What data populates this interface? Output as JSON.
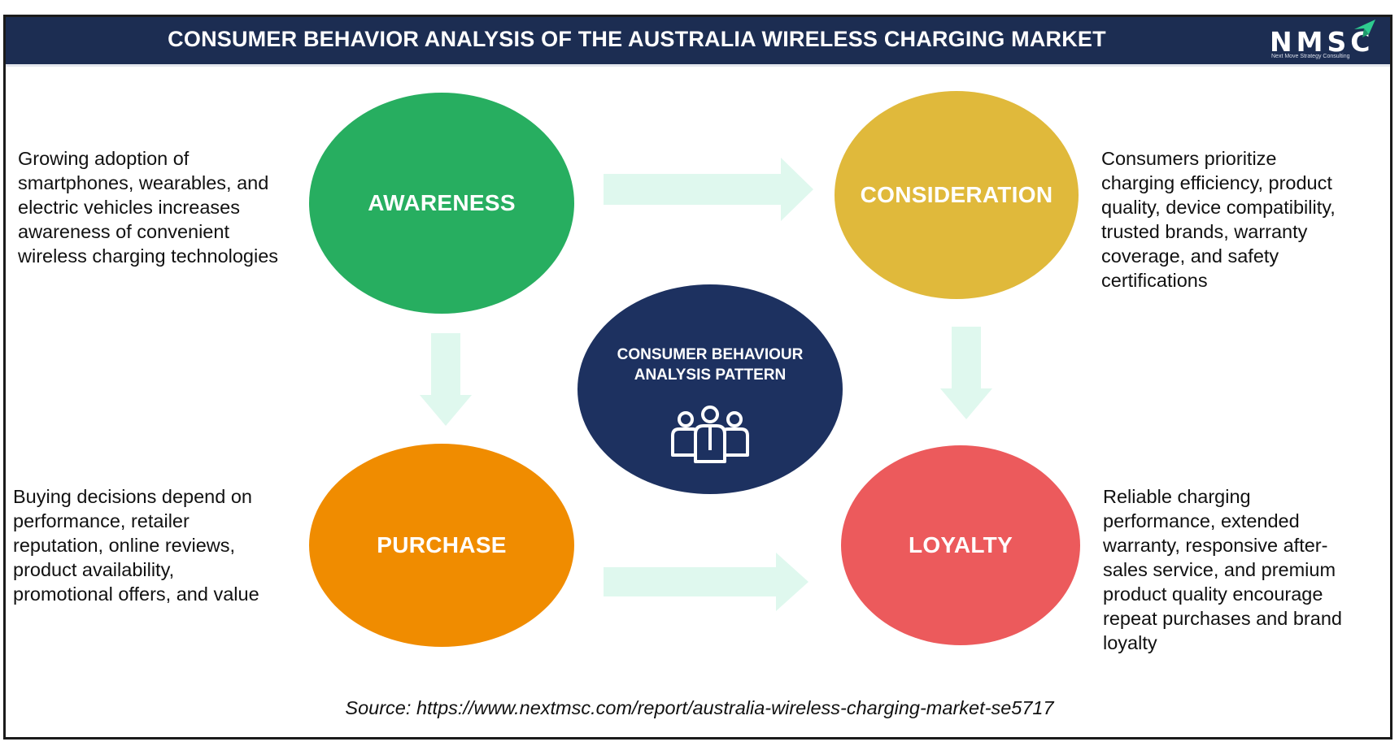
{
  "header": {
    "title": "CONSUMER BEHAVIOR ANALYSIS OF THE AUSTRALIA WIRELESS CHARGING MARKET",
    "logo_text": "NMSC",
    "logo_subtitle": "Next Move Strategy Consulting"
  },
  "center": {
    "line1": "CONSUMER BEHAVIOUR",
    "line2": "ANALYSIS PATTERN",
    "icon": "people-group-icon",
    "color": "#1d3160"
  },
  "stages": {
    "awareness": {
      "label": "AWARENESS",
      "color": "#27ae60",
      "description": [
        "Growing adoption of",
        "smartphones, wearables, and",
        "electric vehicles increases",
        "awareness of convenient",
        "wireless charging technologies"
      ]
    },
    "consideration": {
      "label": "CONSIDERATION",
      "color": "#e0b93b",
      "description": [
        "Consumers prioritize",
        "charging efficiency, product",
        "quality, device compatibility,",
        "trusted brands, warranty",
        "coverage, and safety",
        "certifications"
      ]
    },
    "purchase": {
      "label": "PURCHASE",
      "color": "#f08c00",
      "description": [
        "Buying decisions depend on",
        "performance, retailer",
        "reputation, online reviews,",
        "product availability,",
        "promotional offers, and value"
      ]
    },
    "loyalty": {
      "label": "LOYALTY",
      "color": "#ec5a5c",
      "description": [
        "Reliable charging",
        "performance, extended",
        "warranty, responsive after-",
        "sales service, and premium",
        "product quality encourage",
        "repeat purchases and brand",
        "loyalty"
      ]
    }
  },
  "arrow_color": "#dff8ee",
  "source": "Source: https://www.nextmsc.com/report/australia-wireless-charging-market-se5717"
}
